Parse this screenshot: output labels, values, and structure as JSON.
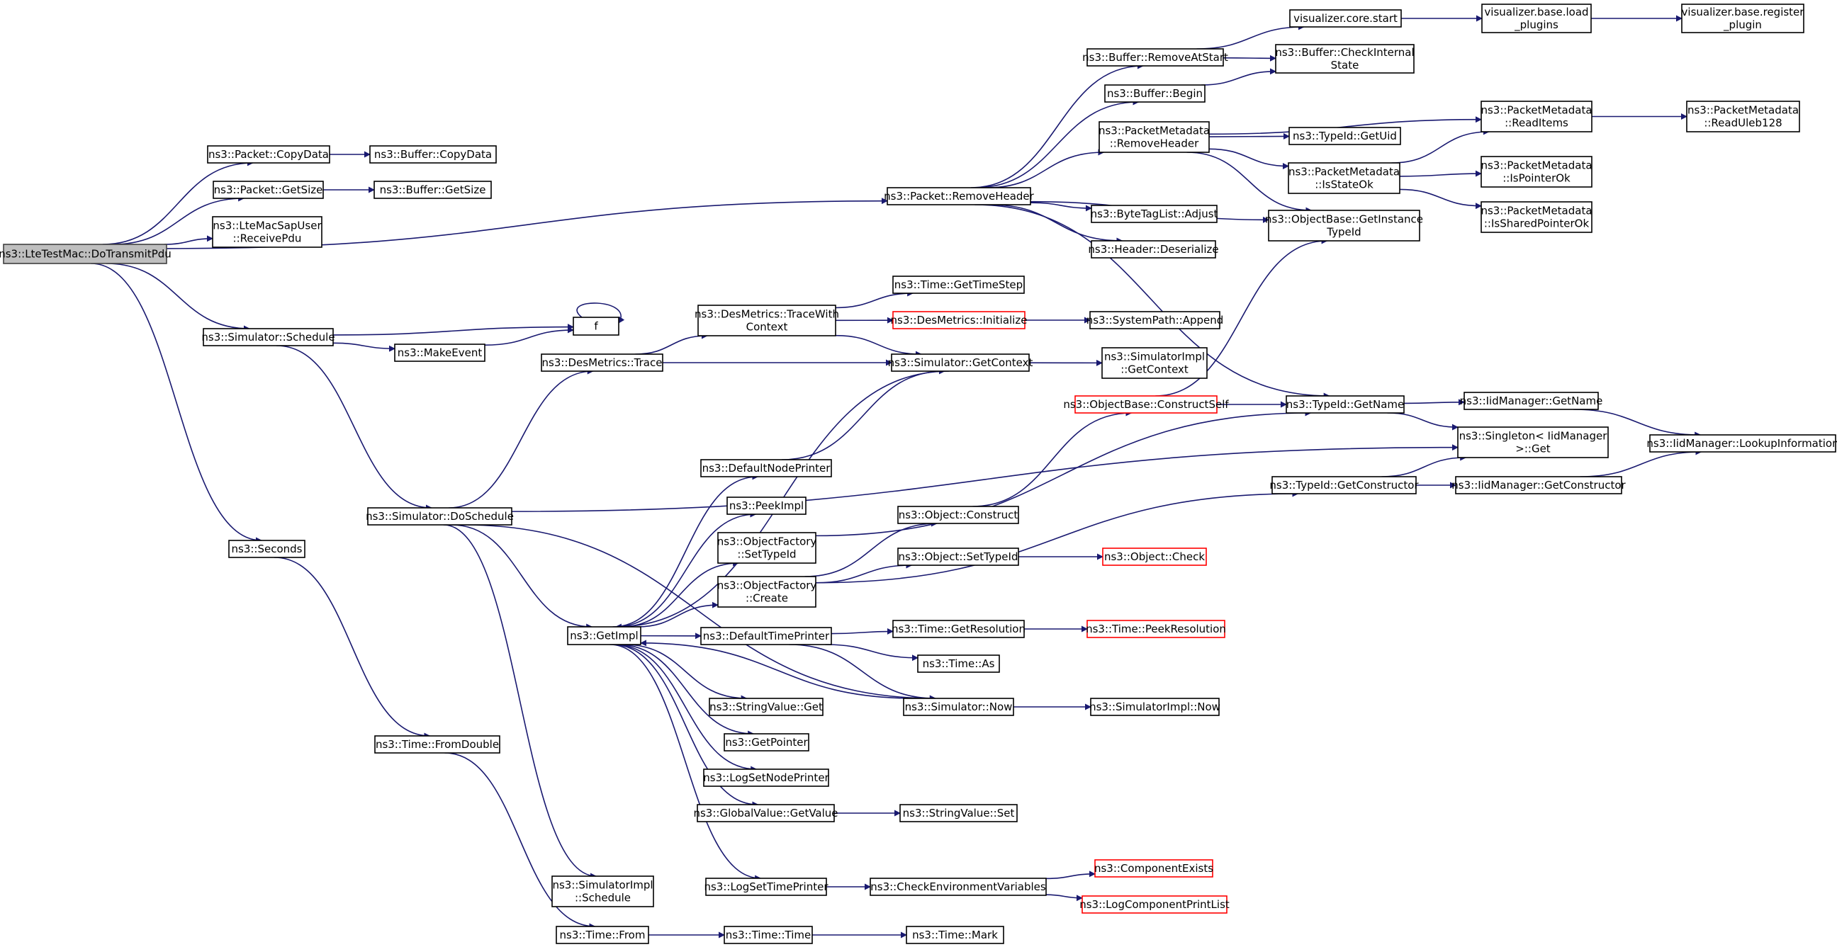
{
  "title": "",
  "colors": {
    "edge": "#191970",
    "node_border": "#000000",
    "truncated_border": "#ff0000",
    "root_fill": "#bfbfbf"
  },
  "nodes": [
    {
      "id": "root",
      "lines": [
        "ns3::LteTestMac::DoTransmitPdu"
      ],
      "root": true
    },
    {
      "id": "pkt_copydata",
      "lines": [
        "ns3::Packet::CopyData"
      ]
    },
    {
      "id": "buf_copydata",
      "lines": [
        "ns3::Buffer::CopyData"
      ]
    },
    {
      "id": "pkt_getsize",
      "lines": [
        "ns3::Packet::GetSize"
      ]
    },
    {
      "id": "buf_getsize",
      "lines": [
        "ns3::Buffer::GetSize"
      ]
    },
    {
      "id": "ltemac_receive",
      "lines": [
        "ns3::LteMacSapUser",
        "::ReceivePdu"
      ]
    },
    {
      "id": "sim_schedule",
      "lines": [
        "ns3::Simulator::Schedule"
      ]
    },
    {
      "id": "makeevent",
      "lines": [
        "ns3::MakeEvent"
      ]
    },
    {
      "id": "f",
      "lines": [
        "f"
      ]
    },
    {
      "id": "seconds",
      "lines": [
        "ns3::Seconds"
      ]
    },
    {
      "id": "sim_doschedule",
      "lines": [
        "ns3::Simulator::DoSchedule"
      ]
    },
    {
      "id": "time_fromdouble",
      "lines": [
        "ns3::Time::FromDouble"
      ]
    },
    {
      "id": "simimpl_schedule",
      "lines": [
        "ns3::SimulatorImpl",
        "::Schedule"
      ]
    },
    {
      "id": "time_from",
      "lines": [
        "ns3::Time::From"
      ]
    },
    {
      "id": "time_time",
      "lines": [
        "ns3::Time::Time"
      ]
    },
    {
      "id": "time_mark",
      "lines": [
        "ns3::Time::Mark"
      ]
    },
    {
      "id": "desm_trace",
      "lines": [
        "ns3::DesMetrics::Trace"
      ]
    },
    {
      "id": "desm_tracewith",
      "lines": [
        "ns3::DesMetrics::TraceWith",
        "Context"
      ]
    },
    {
      "id": "time_gettimestep",
      "lines": [
        "ns3::Time::GetTimeStep"
      ]
    },
    {
      "id": "desm_init",
      "lines": [
        "ns3::DesMetrics::Initialize"
      ],
      "truncated": true
    },
    {
      "id": "syspath_append",
      "lines": [
        "ns3::SystemPath::Append"
      ]
    },
    {
      "id": "sim_getcontext",
      "lines": [
        "ns3::Simulator::GetContext"
      ]
    },
    {
      "id": "simimpl_getcontext",
      "lines": [
        "ns3::SimulatorImpl",
        "::GetContext"
      ]
    },
    {
      "id": "getimpl",
      "lines": [
        "ns3::GetImpl"
      ]
    },
    {
      "id": "defnodeprinter",
      "lines": [
        "ns3::DefaultNodePrinter"
      ]
    },
    {
      "id": "peekimpl",
      "lines": [
        "ns3::PeekImpl"
      ]
    },
    {
      "id": "objfac_settypeid",
      "lines": [
        "ns3::ObjectFactory",
        "::SetTypeId"
      ]
    },
    {
      "id": "objfac_create",
      "lines": [
        "ns3::ObjectFactory",
        "::Create"
      ]
    },
    {
      "id": "deftimeprinter",
      "lines": [
        "ns3::DefaultTimePrinter"
      ]
    },
    {
      "id": "strval_get",
      "lines": [
        "ns3::StringValue::Get"
      ]
    },
    {
      "id": "getpointer",
      "lines": [
        "ns3::GetPointer"
      ]
    },
    {
      "id": "logsetnodeprinter",
      "lines": [
        "ns3::LogSetNodePrinter"
      ]
    },
    {
      "id": "globalval_getvalue",
      "lines": [
        "ns3::GlobalValue::GetValue"
      ]
    },
    {
      "id": "logsettimeprinter",
      "lines": [
        "ns3::LogSetTimePrinter"
      ]
    },
    {
      "id": "obj_construct",
      "lines": [
        "ns3::Object::Construct"
      ]
    },
    {
      "id": "obj_settypeid",
      "lines": [
        "ns3::Object::SetTypeId"
      ]
    },
    {
      "id": "obj_check",
      "lines": [
        "ns3::Object::Check"
      ],
      "truncated": true
    },
    {
      "id": "time_getresolution",
      "lines": [
        "ns3::Time::GetResolution"
      ]
    },
    {
      "id": "time_peekresolution",
      "lines": [
        "ns3::Time::PeekResolution"
      ],
      "truncated": true
    },
    {
      "id": "time_as",
      "lines": [
        "ns3::Time::As"
      ]
    },
    {
      "id": "sim_now",
      "lines": [
        "ns3::Simulator::Now"
      ]
    },
    {
      "id": "simimpl_now",
      "lines": [
        "ns3::SimulatorImpl::Now"
      ]
    },
    {
      "id": "strval_set",
      "lines": [
        "ns3::StringValue::Set"
      ]
    },
    {
      "id": "checkenv",
      "lines": [
        "ns3::CheckEnvironmentVariables"
      ]
    },
    {
      "id": "compexists",
      "lines": [
        "ns3::ComponentExists"
      ],
      "truncated": true
    },
    {
      "id": "logcompprintlist",
      "lines": [
        "ns3::LogComponentPrintList"
      ],
      "truncated": true
    },
    {
      "id": "pkt_removeheader",
      "lines": [
        "ns3::Packet::RemoveHeader"
      ]
    },
    {
      "id": "buf_removeatstart",
      "lines": [
        "ns3::Buffer::RemoveAtStart"
      ]
    },
    {
      "id": "buf_begin",
      "lines": [
        "ns3::Buffer::Begin"
      ]
    },
    {
      "id": "pm_removeheader",
      "lines": [
        "ns3::PacketMetadata",
        "::RemoveHeader"
      ]
    },
    {
      "id": "bytetaglist_adjust",
      "lines": [
        "ns3::ByteTagList::Adjust"
      ]
    },
    {
      "id": "header_deserialize",
      "lines": [
        "ns3::Header::Deserialize"
      ]
    },
    {
      "id": "viz_core_start",
      "lines": [
        "visualizer.core.start"
      ]
    },
    {
      "id": "viz_base_load",
      "lines": [
        "visualizer.base.load",
        "_plugins"
      ]
    },
    {
      "id": "viz_base_register",
      "lines": [
        "visualizer.base.register",
        "_plugin"
      ]
    },
    {
      "id": "buf_checkinternal",
      "lines": [
        "ns3::Buffer::CheckInternal",
        "State"
      ]
    },
    {
      "id": "typeid_getuid",
      "lines": [
        "ns3::TypeId::GetUid"
      ]
    },
    {
      "id": "pm_isstateok",
      "lines": [
        "ns3::PacketMetadata",
        "::IsStateOk"
      ]
    },
    {
      "id": "objbase_getinstance",
      "lines": [
        "ns3::ObjectBase::GetInstance",
        "TypeId"
      ]
    },
    {
      "id": "pm_readitems",
      "lines": [
        "ns3::PacketMetadata",
        "::ReadItems"
      ]
    },
    {
      "id": "pm_readuleb",
      "lines": [
        "ns3::PacketMetadata",
        "::ReadUleb128"
      ]
    },
    {
      "id": "pm_ispointerok",
      "lines": [
        "ns3::PacketMetadata",
        "::IsPointerOk"
      ]
    },
    {
      "id": "pm_issharedpointerok",
      "lines": [
        "ns3::PacketMetadata",
        "::IsSharedPointerOk"
      ]
    },
    {
      "id": "objbase_constructself",
      "lines": [
        "ns3::ObjectBase::ConstructSelf"
      ],
      "truncated": true
    },
    {
      "id": "typeid_getname",
      "lines": [
        "ns3::TypeId::GetName"
      ]
    },
    {
      "id": "iid_getname",
      "lines": [
        "ns3::IidManager::GetName"
      ]
    },
    {
      "id": "singleton_get",
      "lines": [
        "ns3::Singleton< IidManager",
        ">::Get"
      ]
    },
    {
      "id": "iid_lookup",
      "lines": [
        "ns3::IidManager::LookupInformation"
      ]
    },
    {
      "id": "typeid_getconstructor",
      "lines": [
        "ns3::TypeId::GetConstructor"
      ]
    },
    {
      "id": "iid_getconstructor",
      "lines": [
        "ns3::IidManager::GetConstructor"
      ]
    }
  ],
  "edges": [
    [
      "root",
      "pkt_copydata"
    ],
    [
      "root",
      "pkt_getsize"
    ],
    [
      "root",
      "ltemac_receive"
    ],
    [
      "root",
      "pkt_removeheader"
    ],
    [
      "root",
      "sim_schedule"
    ],
    [
      "root",
      "seconds"
    ],
    [
      "pkt_copydata",
      "buf_copydata"
    ],
    [
      "pkt_getsize",
      "buf_getsize"
    ],
    [
      "sim_schedule",
      "f"
    ],
    [
      "sim_schedule",
      "makeevent"
    ],
    [
      "sim_schedule",
      "sim_doschedule"
    ],
    [
      "makeevent",
      "f"
    ],
    [
      "f",
      "f"
    ],
    [
      "seconds",
      "time_fromdouble"
    ],
    [
      "time_fromdouble",
      "time_from"
    ],
    [
      "time_from",
      "time_time"
    ],
    [
      "time_time",
      "time_mark"
    ],
    [
      "sim_doschedule",
      "desm_trace"
    ],
    [
      "sim_doschedule",
      "singleton_get"
    ],
    [
      "sim_doschedule",
      "getimpl"
    ],
    [
      "sim_doschedule",
      "sim_now"
    ],
    [
      "sim_doschedule",
      "simimpl_schedule"
    ],
    [
      "desm_trace",
      "desm_tracewith"
    ],
    [
      "desm_trace",
      "sim_getcontext"
    ],
    [
      "desm_tracewith",
      "time_gettimestep"
    ],
    [
      "desm_tracewith",
      "desm_init"
    ],
    [
      "desm_tracewith",
      "sim_getcontext"
    ],
    [
      "desm_init",
      "syspath_append"
    ],
    [
      "sim_getcontext",
      "simimpl_getcontext"
    ],
    [
      "sim_getcontext",
      "getimpl"
    ],
    [
      "defnodeprinter",
      "sim_getcontext"
    ],
    [
      "getimpl",
      "defnodeprinter"
    ],
    [
      "getimpl",
      "peekimpl"
    ],
    [
      "getimpl",
      "objfac_settypeid"
    ],
    [
      "getimpl",
      "objfac_create"
    ],
    [
      "getimpl",
      "deftimeprinter"
    ],
    [
      "getimpl",
      "strval_get"
    ],
    [
      "getimpl",
      "getpointer"
    ],
    [
      "getimpl",
      "logsetnodeprinter"
    ],
    [
      "getimpl",
      "globalval_getvalue"
    ],
    [
      "getimpl",
      "logsettimeprinter"
    ],
    [
      "objfac_settypeid",
      "typeid_getname"
    ],
    [
      "objfac_create",
      "obj_construct"
    ],
    [
      "objfac_create",
      "obj_settypeid"
    ],
    [
      "objfac_create",
      "typeid_getconstructor"
    ],
    [
      "obj_construct",
      "objbase_constructself"
    ],
    [
      "obj_settypeid",
      "obj_check"
    ],
    [
      "deftimeprinter",
      "time_getresolution"
    ],
    [
      "deftimeprinter",
      "time_as"
    ],
    [
      "deftimeprinter",
      "sim_now"
    ],
    [
      "time_getresolution",
      "time_peekresolution"
    ],
    [
      "sim_now",
      "getimpl"
    ],
    [
      "sim_now",
      "simimpl_now"
    ],
    [
      "globalval_getvalue",
      "strval_set"
    ],
    [
      "logsettimeprinter",
      "checkenv"
    ],
    [
      "checkenv",
      "compexists"
    ],
    [
      "checkenv",
      "logcompprintlist"
    ],
    [
      "pkt_removeheader",
      "buf_removeatstart"
    ],
    [
      "pkt_removeheader",
      "buf_begin"
    ],
    [
      "pkt_removeheader",
      "pm_removeheader"
    ],
    [
      "pkt_removeheader",
      "objbase_getinstance"
    ],
    [
      "pkt_removeheader",
      "bytetaglist_adjust"
    ],
    [
      "pkt_removeheader",
      "header_deserialize"
    ],
    [
      "pkt_removeheader",
      "typeid_getname"
    ],
    [
      "buf_removeatstart",
      "viz_core_start"
    ],
    [
      "buf_removeatstart",
      "buf_checkinternal"
    ],
    [
      "viz_core_start",
      "viz_base_load"
    ],
    [
      "viz_base_load",
      "viz_base_register"
    ],
    [
      "buf_begin",
      "buf_checkinternal"
    ],
    [
      "pm_removeheader",
      "pm_readitems"
    ],
    [
      "pm_removeheader",
      "typeid_getuid"
    ],
    [
      "pm_removeheader",
      "pm_isstateok"
    ],
    [
      "pm_removeheader",
      "objbase_getinstance"
    ],
    [
      "pm_isstateok",
      "pm_readitems"
    ],
    [
      "pm_isstateok",
      "pm_ispointerok"
    ],
    [
      "pm_isstateok",
      "pm_issharedpointerok"
    ],
    [
      "pm_readitems",
      "pm_readuleb"
    ],
    [
      "objbase_constructself",
      "objbase_getinstance"
    ],
    [
      "objbase_constructself",
      "typeid_getname"
    ],
    [
      "typeid_getname",
      "iid_getname"
    ],
    [
      "typeid_getname",
      "singleton_get"
    ],
    [
      "iid_getname",
      "iid_lookup"
    ],
    [
      "typeid_getconstructor",
      "singleton_get"
    ],
    [
      "typeid_getconstructor",
      "iid_getconstructor"
    ],
    [
      "iid_getconstructor",
      "iid_lookup"
    ]
  ]
}
